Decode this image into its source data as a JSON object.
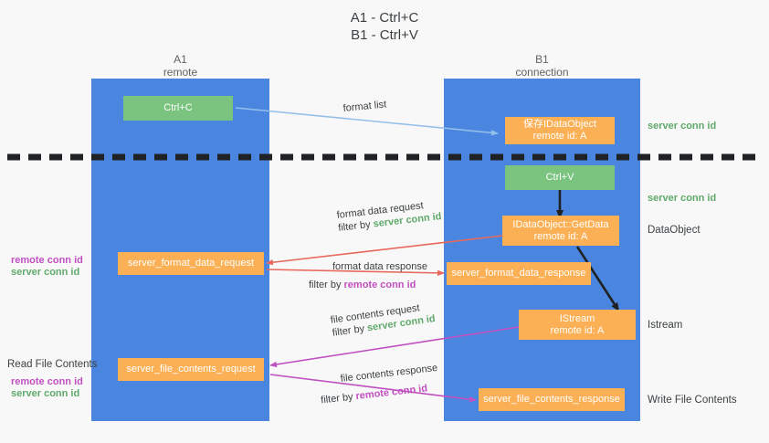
{
  "title": {
    "line1": "A1 - Ctrl+C",
    "line2": "B1 - Ctrl+V"
  },
  "colors": {
    "lane": "#4a86e0",
    "green_box": "#7bc47f",
    "orange_box": "#fcb055",
    "server_conn_id": "#5fa96a",
    "remote_conn_id": "#c14fc1",
    "arrow_blue": "#93c0ea",
    "arrow_red": "#e8685d",
    "arrow_magenta": "#c14fc1",
    "arrow_black": "#202124",
    "background": "#f8f8f8"
  },
  "lanes": [
    {
      "id": "a1",
      "title": "A1",
      "subtitle": "remote"
    },
    {
      "id": "b1",
      "title": "B1",
      "subtitle": "connection"
    }
  ],
  "boxes": {
    "ctrl_c": {
      "label": "Ctrl+C"
    },
    "ctrl_v": {
      "label": "Ctrl+V"
    },
    "idataobject": {
      "line1": "保存IDataObject",
      "line2": "remote id: A"
    },
    "getdata": {
      "line1": "IDataObject::GetData",
      "line2": "remote id: A"
    },
    "istream": {
      "line1": "IStream",
      "line2": "remote id: A"
    },
    "server_format_data_request": {
      "label": "server_format_data_request"
    },
    "server_format_data_response": {
      "label": "server_format_data_response"
    },
    "server_file_contents_request": {
      "label": "server_file_contents_request"
    },
    "server_file_contents_response": {
      "label": "server_file_contents_response"
    }
  },
  "arrow_labels": {
    "format_list": {
      "text": "format list"
    },
    "format_data_request": {
      "line1": "format data request",
      "line2_prefix": "filter by ",
      "line2_value": "server conn id"
    },
    "format_data_response": {
      "line1": "format data response",
      "line2_prefix": "filter by ",
      "line2_value": "remote conn id"
    },
    "file_contents_request": {
      "line1": "file contents request",
      "line2_prefix": "filter by ",
      "line2_value": "server conn id"
    },
    "file_contents_response": {
      "line1": "file contents response",
      "line2_prefix": "filter by ",
      "line2_value": "remote conn id"
    }
  },
  "right_labels": {
    "server_conn_id_top": "server conn id",
    "server_conn_id_mid": "server conn id",
    "dataobject": "DataObject",
    "istream": "Istream",
    "write_file_contents": "Write File Contents"
  },
  "left_labels": {
    "conn_pair_upper": {
      "remote": "remote conn id",
      "server": "server conn id"
    },
    "read_file_contents": "Read File Contents",
    "conn_pair_lower": {
      "remote": "remote conn id",
      "server": "server conn id"
    }
  }
}
